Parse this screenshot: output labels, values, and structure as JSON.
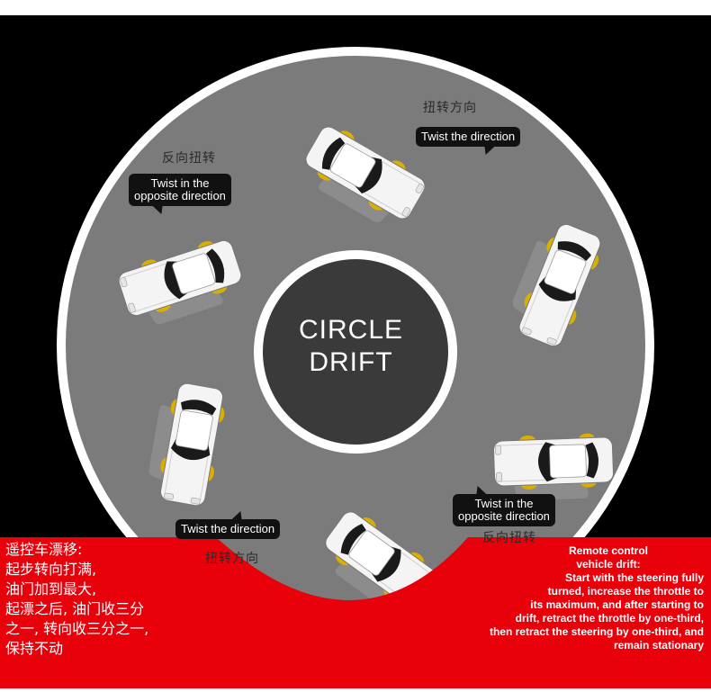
{
  "center": {
    "line1": "CIRCLE",
    "line2": "DRIFT"
  },
  "labels": {
    "top_cn": "扭转方向",
    "top_bubble": "Twist the direction",
    "upper_left_cn": "反向扭转",
    "upper_left_bubble_l1": "Twist in the",
    "upper_left_bubble_l2": "opposite direction",
    "lower_left_bubble": "Twist the direction",
    "lower_left_cn": "扭转方向",
    "lower_right_bubble_l1": "Twist in the",
    "lower_right_bubble_l2": "opposite direction",
    "lower_right_cn": "反向扭转"
  },
  "footer_cn": {
    "l1": "遥控车漂移:",
    "l2": "起步转向打满,",
    "l3": "油门加到最大,",
    "l4": "起漂之后, 油门收三分",
    "l5": "之一, 转向收三分之一,",
    "l6": "保持不动"
  },
  "footer_en": {
    "l1": "Remote control",
    "l2": "vehicle drift:",
    "l3": "Start with the steering fully",
    "l4": "turned, increase the throttle to",
    "l5": "its maximum, and after starting to",
    "l6": "drift, retract the throttle by one-third,",
    "l7": "then retract the steering by one-third, and",
    "l8": "remain stationary"
  },
  "colors": {
    "background": "#000000",
    "track": "#7b7b7b",
    "ring": "#ffffff",
    "inner": "#3a3a3a",
    "banner": "#e8000b",
    "car_body": "#f4f4f4",
    "car_glass": "#1a1a1a",
    "wheel": "#d9b000"
  }
}
